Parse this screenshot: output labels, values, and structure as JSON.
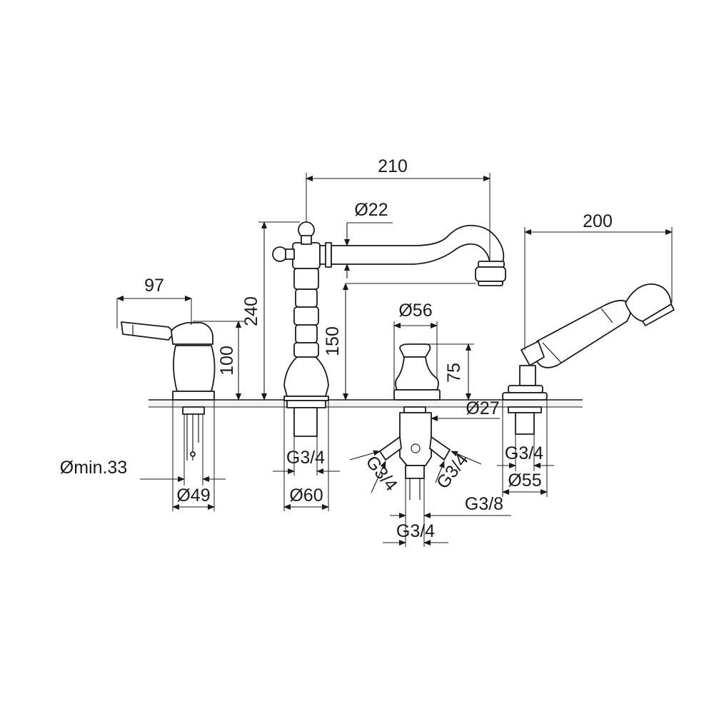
{
  "dimensions": {
    "mixer_reach": "97",
    "mixer_height": "100",
    "spout_height": "240",
    "spout_reach": "210",
    "spout_outlet_dia": "Ø22",
    "spout_outlet_height": "150",
    "diverter_dia": "Ø56",
    "diverter_height": "75",
    "diverter_stem_dia": "Ø27",
    "shower_reach": "200",
    "min_hole": "Ømin.33",
    "mixer_base_dia": "Ø49",
    "spout_base_dia": "Ø60",
    "spout_thread": "G3/4",
    "diverter_inlet_left": "G3/4",
    "diverter_inlet_right": "G3/4",
    "diverter_outlet_small": "G3/8",
    "diverter_outlet_bottom": "G3/4",
    "shower_thread": "G3/4",
    "shower_base_dia": "Ø55"
  }
}
